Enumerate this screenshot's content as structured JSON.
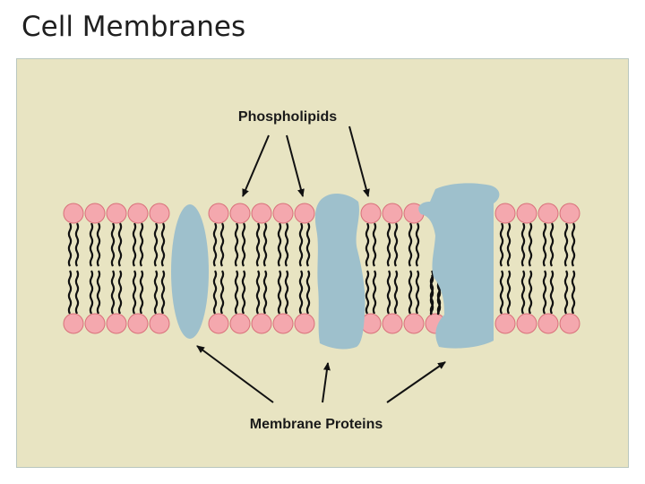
{
  "slide": {
    "title": "Cell Membranes"
  },
  "diagram": {
    "labels": {
      "top": "Phospholipids",
      "bottom": "Membrane Proteins"
    },
    "colors": {
      "panel_background": "#e8e4c2",
      "panel_border": "#b9c7bf",
      "phospholipid_head": "#f4a8ae",
      "phospholipid_head_stroke": "#d9707a",
      "fatty_acid_tail": "#111111",
      "protein": "#9ec0cc",
      "arrow": "#111111"
    }
  }
}
